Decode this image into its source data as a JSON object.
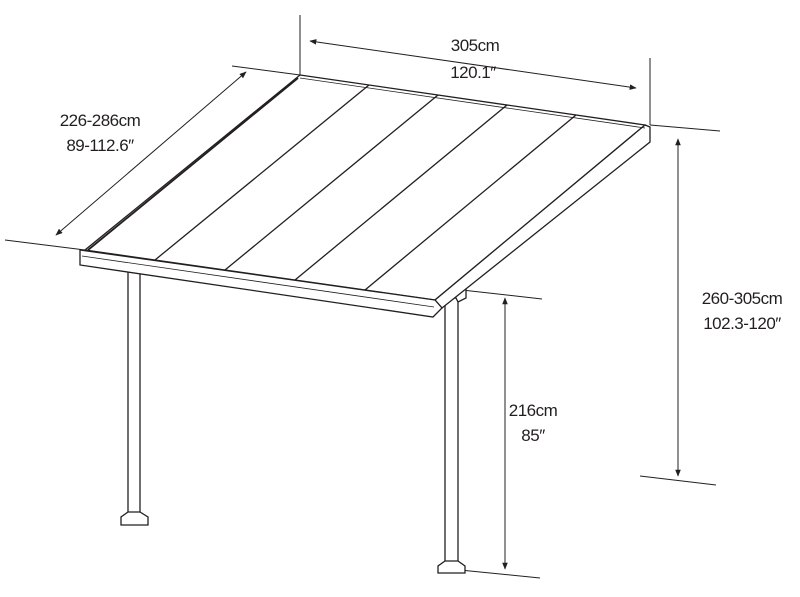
{
  "dimensions": {
    "width": {
      "cm": "305cm",
      "inch": "120.1″"
    },
    "depth": {
      "cm": "226-286cm",
      "inch": "89-112.6″"
    },
    "back_height": {
      "cm": "260-305cm",
      "inch": "102.3-120″"
    },
    "front_height": {
      "cm": "216cm",
      "inch": "85″"
    }
  },
  "colors": {
    "line": "#231f20",
    "background": "#ffffff"
  }
}
